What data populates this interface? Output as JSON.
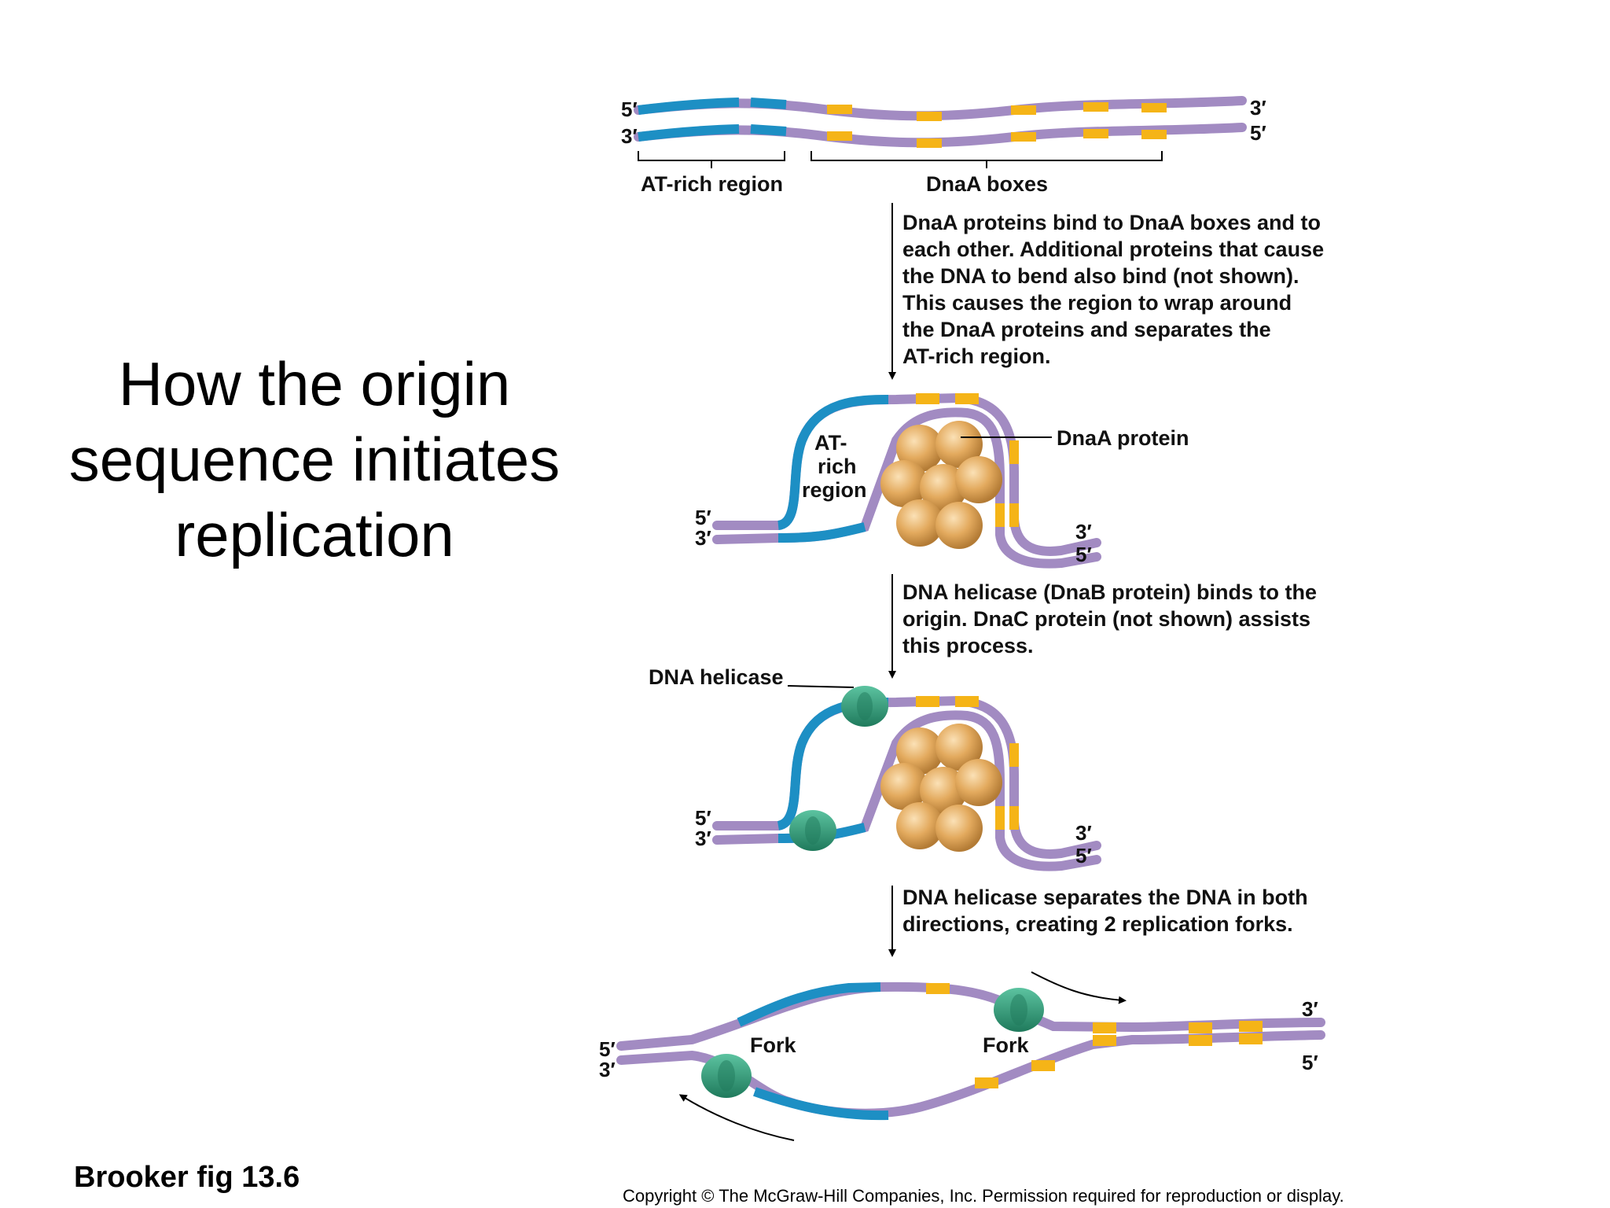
{
  "title": [
    "How the origin",
    "sequence initiates",
    "replication"
  ],
  "figure_reference": "Brooker fig 13.6",
  "copyright": "Copyright © The McGraw-Hill Companies, Inc. Permission required for reproduction or display.",
  "ends": {
    "five_prime": "5′",
    "three_prime": "3′"
  },
  "labels": {
    "at_rich_region": "AT-rich region",
    "dnaa_boxes": "DnaA boxes",
    "at_rich_stacked": [
      "AT-",
      "rich",
      "region"
    ],
    "dnaa_protein": "DnaA protein",
    "dna_helicase": "DNA helicase",
    "fork": "Fork"
  },
  "steps": [
    [
      "DnaA proteins bind to DnaA boxes and to",
      "each other. Additional proteins that cause",
      "the DNA to bend also bind (not shown).",
      "This causes the region to wrap around",
      "the DnaA proteins and separates the",
      "AT-rich region."
    ],
    [
      "DNA helicase (DnaB protein) binds to the",
      "origin. DnaC protein (not shown) assists",
      "this process."
    ],
    [
      "DNA helicase separates the DNA in both",
      "directions, creating 2 replication forks."
    ]
  ],
  "colors": {
    "strand_purple": "#a28bc2",
    "at_rich_blue": "#1d8fc4",
    "dnaa_box_yellow": "#f5b417",
    "dnaa_protein": "#e0a85a",
    "helicase_green": "#2e9b7a"
  }
}
